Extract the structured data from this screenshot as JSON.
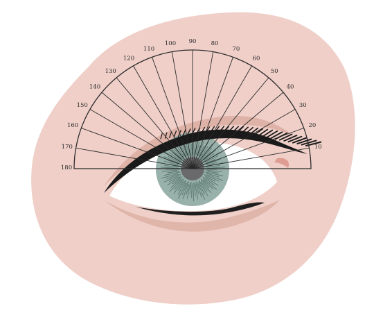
{
  "protractor": {
    "degree_labels": [
      "10",
      "20",
      "30",
      "40",
      "50",
      "60",
      "70",
      "80",
      "90",
      "100",
      "110",
      "120",
      "130",
      "140",
      "150",
      "160",
      "170",
      "180"
    ]
  },
  "colors": {
    "skin": "#efcfc8",
    "skin_shadow": "#dcaea3",
    "eye_white": "#ffffff",
    "iris": "#8ea8a2",
    "iris_dark": "#4f6c64",
    "pupil": "#6a6a6c",
    "lash": "#1a1a1a",
    "protractor_line": "#2a2a2a"
  }
}
